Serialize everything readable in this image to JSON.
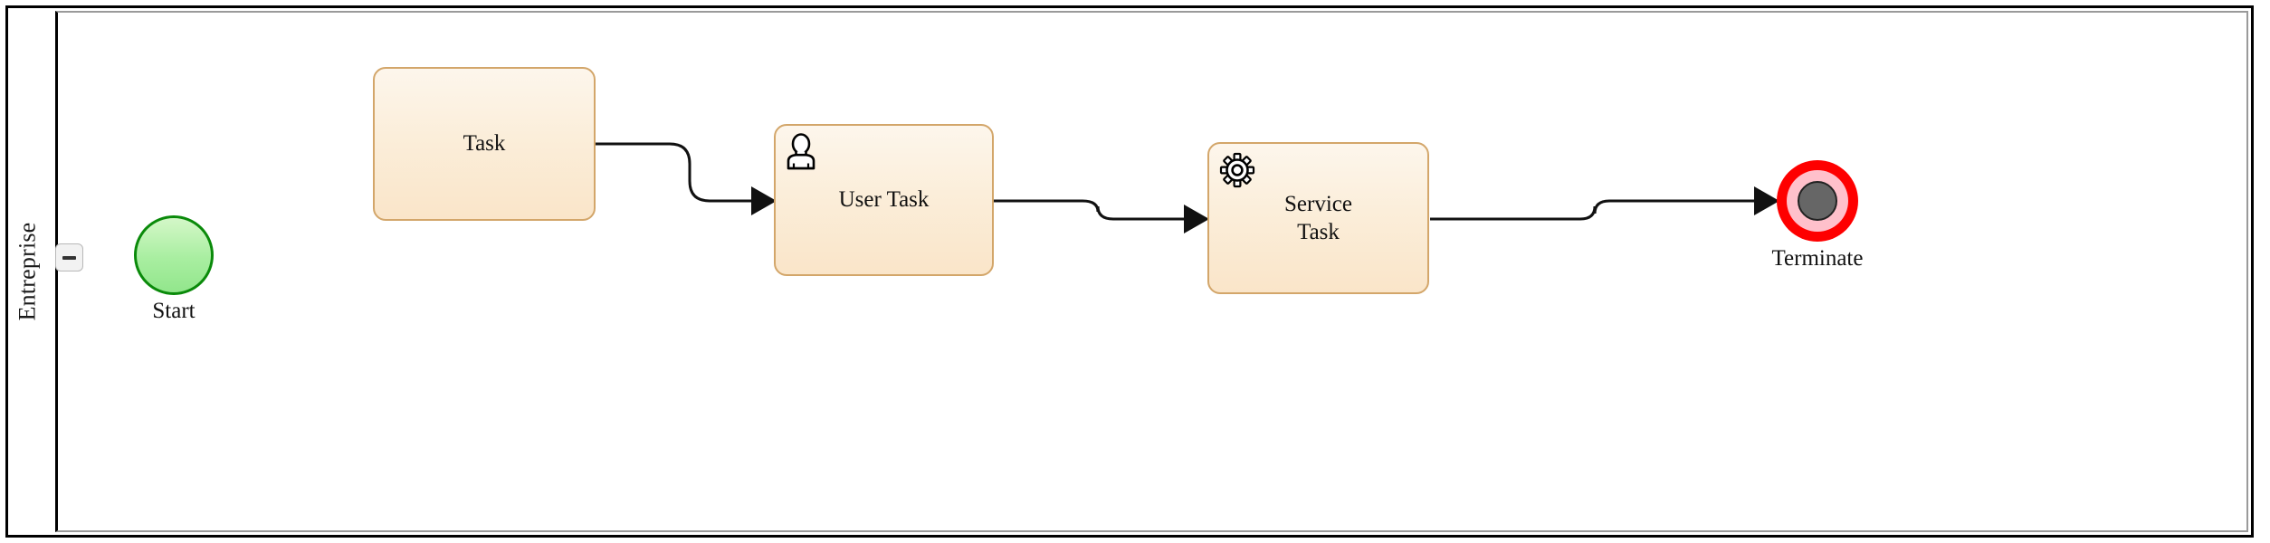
{
  "diagram": {
    "type": "bpmn-process-diagram",
    "pool": {
      "lane_label": "Entreprise",
      "collapse_button": {
        "icon": "minus-icon",
        "state": "expanded"
      }
    },
    "colors": {
      "pool_border": "#000000",
      "lane_divider": "#9a9a9a",
      "activity_fill_top": "#fdf6ec",
      "activity_fill_bottom": "#fae5c9",
      "activity_border": "#d3a66a",
      "start_fill": "#a8eea0",
      "start_border": "#0a8a0a",
      "terminate_ring": "#fe0000",
      "terminate_mid": "#ffc0cb",
      "terminate_core": "#666666",
      "connector": "#111111"
    },
    "nodes": [
      {
        "id": "start",
        "kind": "start-event",
        "label": "Start",
        "label_position": "below"
      },
      {
        "id": "task",
        "kind": "task",
        "label": "Task",
        "icon": null
      },
      {
        "id": "user_task",
        "kind": "user-task",
        "label": "User Task",
        "icon": "user-icon"
      },
      {
        "id": "service_task",
        "kind": "service-task",
        "label": "Service\nTask",
        "icon": "gear-icon"
      },
      {
        "id": "terminate",
        "kind": "terminate-end-event",
        "label": "Terminate",
        "label_position": "below"
      }
    ],
    "flows": [
      {
        "from": "task",
        "to": "user_task",
        "style": "sequence-flow"
      },
      {
        "from": "user_task",
        "to": "service_task",
        "style": "sequence-flow"
      },
      {
        "from": "service_task",
        "to": "terminate",
        "style": "sequence-flow"
      }
    ]
  }
}
